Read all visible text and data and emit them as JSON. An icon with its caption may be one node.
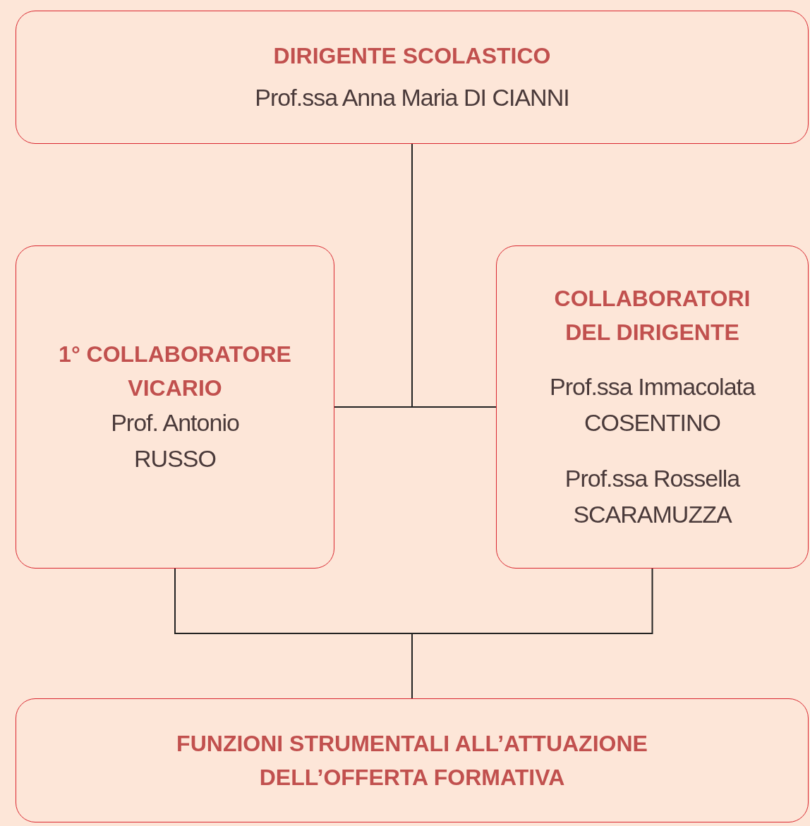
{
  "diagram": {
    "nodes": [
      {
        "text": [
          "DIRIGENTE SCOLASTICO",
          "Prof.ssa Anna Maria DI CIANNI"
        ]
      },
      {
        "text": [
          "1° COLLABORATORE VICARIO",
          "Prof. Antonio RUSSO"
        ]
      },
      {
        "text": [
          "COLLABORATORI DEL DIRIGENTE",
          "Prof.ssa Immacolata COSENTINO",
          "Prof.ssa Rossella SCARAMUZZA"
        ]
      },
      {
        "text": [
          "FUNZIONI STRUMENTALI ALL’ATTUAZIONE DELL’OFFERTA FORMATIVA"
        ]
      }
    ],
    "edges": [
      {
        "from": 0,
        "to": 1,
        "arrow": "none"
      },
      {
        "from": 0,
        "to": 2,
        "arrow": "none"
      },
      {
        "from": 1,
        "to": 3,
        "arrow": "none"
      },
      {
        "from": 2,
        "to": 3,
        "arrow": "none"
      }
    ]
  }
}
